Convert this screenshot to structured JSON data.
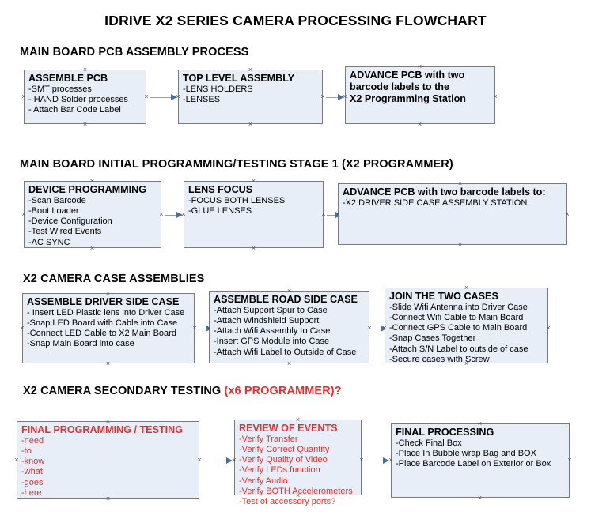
{
  "title": "IDRIVE X2  SERIES CAMERA PROCESSING FLOWCHART",
  "colors": {
    "box_fill": "#e8eef8",
    "box_border": "#7a7a7a",
    "arrow": "#4a6f99",
    "red_accent": "#e03131",
    "text": "#000000"
  },
  "sections": [
    {
      "heading": "MAIN BOARD PCB ASSEMBLY PROCESS",
      "heading_red": "",
      "boxes": [
        {
          "title": "ASSEMBLE PCB",
          "lines": [
            "-SMT processes",
            "- HAND Solder processes",
            "- Attach Bar Code Label"
          ],
          "red": false
        },
        {
          "title": "TOP LEVEL ASSEMBLY",
          "lines": [
            "-LENS HOLDERS",
            "-LENSES"
          ],
          "red": false
        },
        {
          "title": "ADVANCE PCB with two",
          "lines": [
            "barcode labels to the",
            " X2 Programming Station"
          ],
          "red": false
        }
      ]
    },
    {
      "heading": "MAIN BOARD INITIAL PROGRAMMING/TESTING STAGE 1 (X2 PROGRAMMER)",
      "heading_red": "",
      "boxes": [
        {
          "title": "DEVICE PROGRAMMING",
          "lines": [
            "-Scan Barcode",
            "-Boot Loader",
            "-Device Configuration",
            "-Test Wired Events",
            "-AC SYNC"
          ],
          "red": false
        },
        {
          "title": "LENS FOCUS",
          "lines": [
            "-FOCUS BOTH LENSES",
            "-GLUE LENSES"
          ],
          "red": false
        },
        {
          "title": "ADVANCE PCB with two barcode labels to:",
          "lines": [
            "-X2 DRIVER  SIDE  CASE  ASSEMBLY STATION"
          ],
          "red": false
        }
      ]
    },
    {
      "heading": "X2 CAMERA CASE ASSEMBLIES",
      "heading_red": "",
      "boxes": [
        {
          "title": "ASSEMBLE DRIVER SIDE CASE",
          "lines": [
            "- Insert LED Plastic lens into Driver Case",
            "-Snap LED Board with Cable into Case",
            "-Connect LED Cable to X2 Main Board",
            "-Snap Main Board into case"
          ],
          "red": false
        },
        {
          "title": "ASSEMBLE ROAD SIDE CASE",
          "lines": [
            "-Attach Support Spur to Case",
            "-Attach Windshield Support",
            "-Attach Wifi Assembly to Case",
            "-Insert GPS Module into Case",
            "-Attach Wifi Label to Outside of Case"
          ],
          "red": false
        },
        {
          "title": "JOIN THE TWO CASES",
          "lines": [
            "-Slide Wifi Antenna into Driver Case",
            "-Connect Wifi Cable to Main Board",
            "-Connect GPS Cable to Main Board",
            "-Snap Cases Together",
            "-Attach S/N Label to outside of case",
            "-Secure cases with Screw"
          ],
          "red": false
        }
      ]
    },
    {
      "heading": "X2 CAMERA SECONDARY TESTING ",
      "heading_red": "(x6 PROGRAMMER)?",
      "boxes": [
        {
          "title": "FINAL PROGRAMMING / TESTING",
          "lines": [
            "-need",
            "-to",
            "-know",
            "-what",
            "-goes",
            "-here"
          ],
          "red": true
        },
        {
          "title": "REVIEW OF EVENTS",
          "lines": [
            "-Verify Transfer",
            "-Verify Correct Quantity",
            "-Verify Quality of Video",
            "-Verify LEDs function",
            "-Verify Audio",
            "-Verify BOTH Accelerometers",
            "-Test of accessory ports?"
          ],
          "red": true
        },
        {
          "title": "FINAL PROCESSING",
          "lines": [
            " -Check Final Box",
            "-Place In Bubble wrap Bag and BOX",
            "-Place Barcode Label on Exterior or Box"
          ],
          "red": false
        }
      ]
    }
  ]
}
